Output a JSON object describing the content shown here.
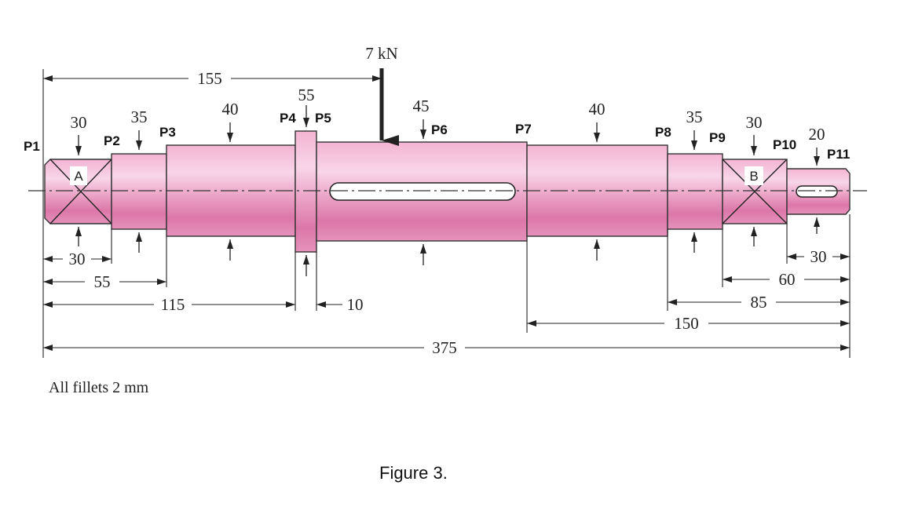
{
  "load": {
    "label": "7 kN"
  },
  "points": {
    "p1": "P1",
    "p2": "P2",
    "p3": "P3",
    "p4": "P4",
    "p5": "P5",
    "p6": "P6",
    "p7": "P7",
    "p8": "P8",
    "p9": "P9",
    "p10": "P10",
    "p11": "P11"
  },
  "bearings": {
    "a": "A",
    "b": "B"
  },
  "diameters": {
    "d1": "30",
    "d2": "35",
    "d3": "40",
    "d4": "55",
    "d5": "45",
    "d6": "40",
    "d7": "35",
    "d8": "30",
    "d9": "20"
  },
  "dimensions": {
    "load_pos": "155",
    "left_30": "30",
    "left_55": "55",
    "left_115": "115",
    "collar_10": "10",
    "right_30": "30",
    "right_60": "60",
    "right_85": "85",
    "right_150": "150",
    "total_375": "375"
  },
  "caption": "All fillets 2 mm",
  "figure_title": "Figure 3.",
  "colors": {
    "shaft_light": "#f7cfe3",
    "shaft_mid": "#eeaacb",
    "shaft_dark": "#d9689f",
    "line": "#222222"
  }
}
